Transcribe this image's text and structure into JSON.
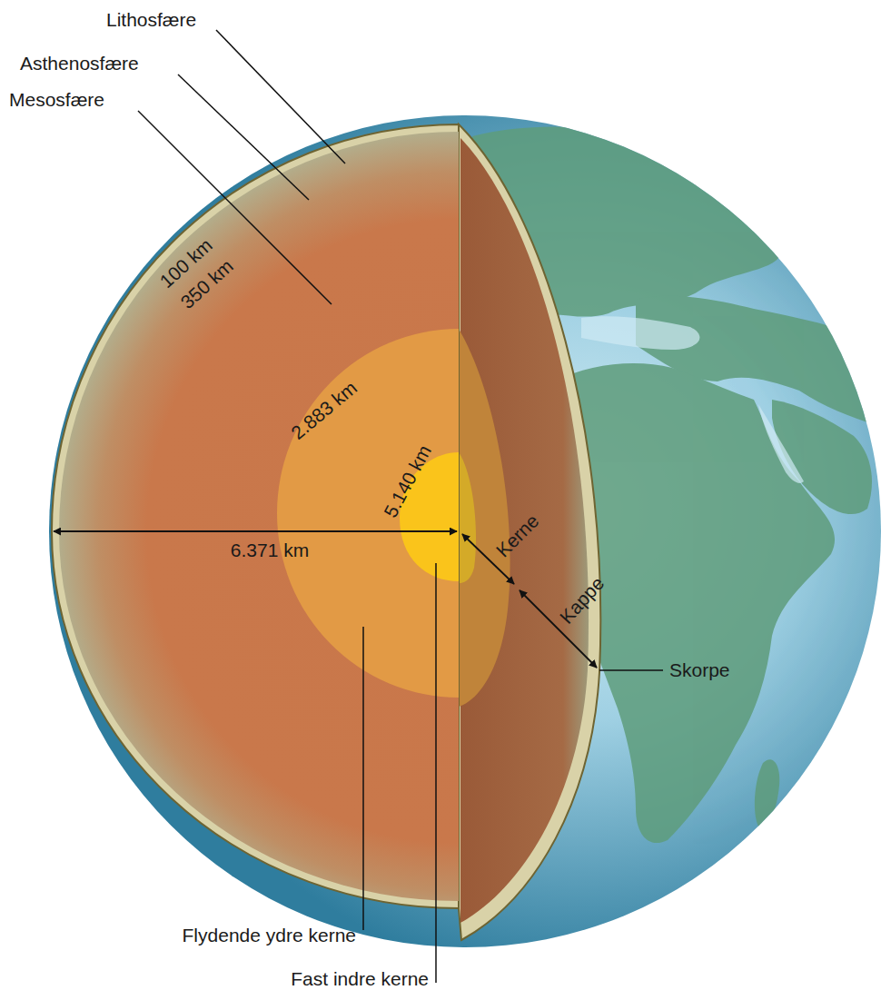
{
  "diagram": {
    "labels": [
      "Lithosfære",
      "Asthenosfære",
      "Mesosfære",
      "100 km",
      "350 km",
      "2.883 km",
      "5.140 km",
      "6.371 km",
      "Kerne",
      "Kappe",
      "Skorpe",
      "Flydende ydre kerne",
      "Fast indre kerne"
    ]
  }
}
